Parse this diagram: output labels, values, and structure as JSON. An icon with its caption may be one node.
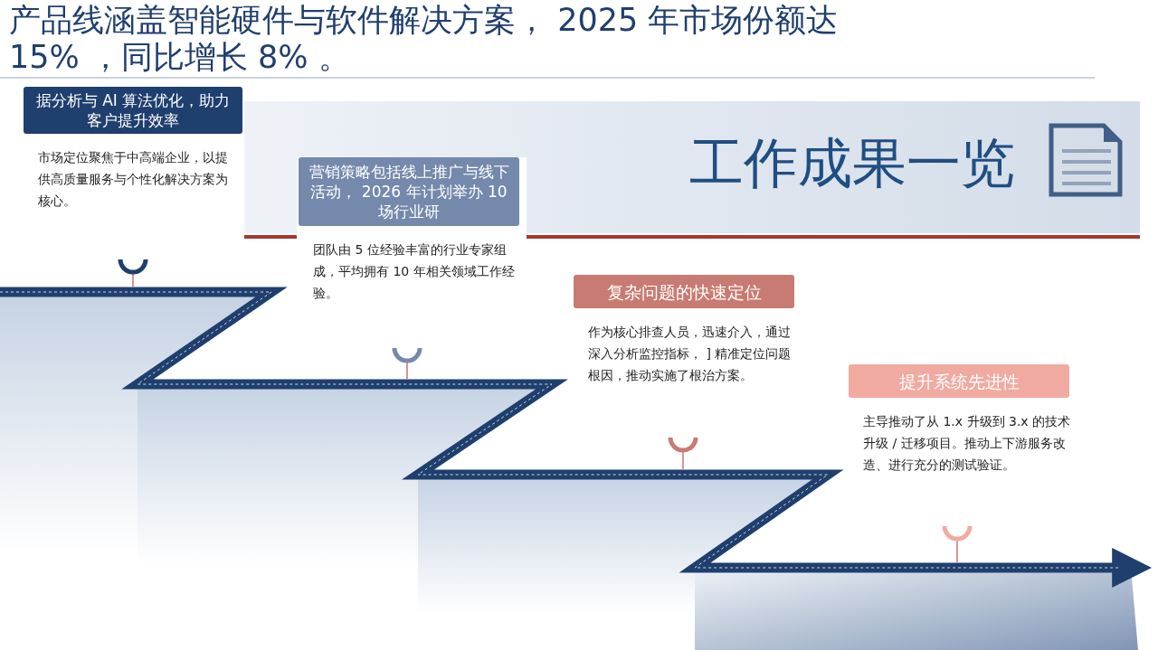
{
  "diagram": {
    "title": "产品线涵盖智能硬件与软件解决方案， 2025 年市场份额达 15% ，同比增长 8% 。",
    "nodes": [
      {
        "text": [
          "据分析与 AI 算法优化，助力客户提升效率",
          "市场定位聚焦于中高端企业，以提供高质量服务与个性化解决方案为核心。"
        ]
      },
      {
        "text": [
          "营销策略包括线上推广与线下活动， 2026 年计划举办 10 场行业研",
          "团队由 5 位经验丰富的行业专家组成，平均拥有 10 年相关领域工作经验。"
        ]
      },
      {
        "text": [
          "复杂问题的快速定位",
          "作为核心排查人员，迅速介入，通过深入分析监控指标， ] 精准定位问题根因，推动实施了根治方案。"
        ]
      },
      {
        "text": [
          "提升系统先进性",
          "主导推动了从 1.x 升级到 3.x 的技术升级 / 迁移项目。推动上下游服务改造、进行充分的测试验证。"
        ]
      }
    ],
    "labels": [
      "工作成果一览"
    ]
  }
}
